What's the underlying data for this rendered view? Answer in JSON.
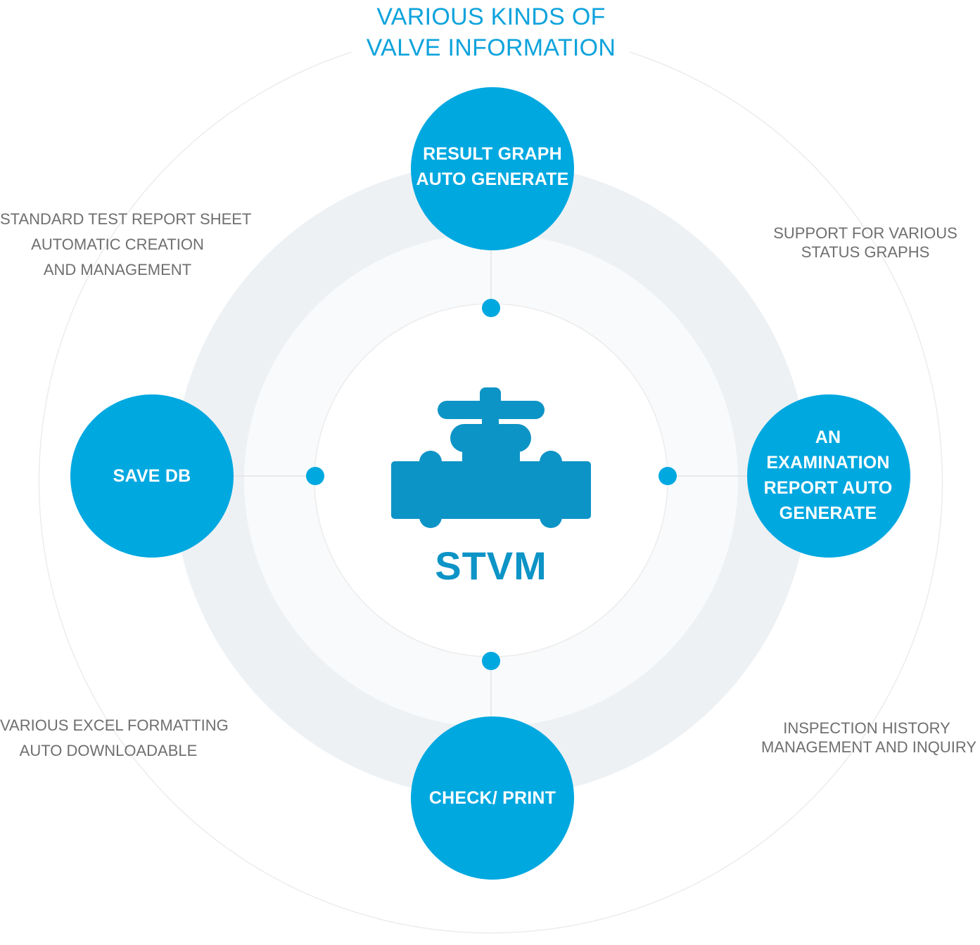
{
  "title_lines": [
    "VARIOUS KINDS OF",
    "VALVE INFORMATION"
  ],
  "center": {
    "label": "STVM",
    "icon": "valve-icon"
  },
  "nodes": {
    "top": [
      "RESULT GRAPH",
      "AUTO GENERATE"
    ],
    "left": [
      "SAVE DB"
    ],
    "right": [
      "AN",
      "EXAMINATION",
      "REPORT AUTO",
      "GENERATE"
    ],
    "bottom": [
      "CHECK/ PRINT"
    ]
  },
  "notes": {
    "top_left": [
      "STANDARD TEST REPORT SHEET",
      "AUTOMATIC CREATION",
      "AND MANAGEMENT"
    ],
    "top_right": [
      "SUPPORT FOR VARIOUS",
      "STATUS GRAPHS"
    ],
    "bottom_left": [
      "VARIOUS EXCEL FORMATTING",
      "AUTO DOWNLOADABLE"
    ],
    "bottom_right": [
      "INSPECTION HISTORY",
      "MANAGEMENT AND INQUIRY"
    ]
  },
  "colors": {
    "accent": "#00a8e0",
    "icon": "#0d94c6",
    "ring": "#eef1f4",
    "ring_inner": "#f9fafb",
    "note_text": "#6f6f6f",
    "line": "#e6e6e6"
  }
}
